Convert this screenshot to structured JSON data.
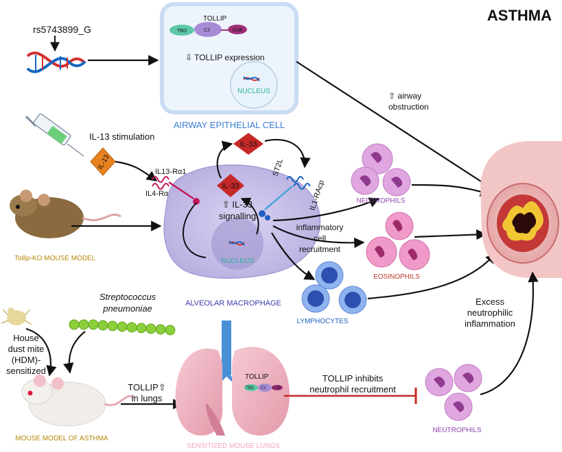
{
  "title": "ASTHMA",
  "snp": "rs5743899_G",
  "epithelial": {
    "protein": "TOLLIP",
    "domains": [
      "TBD",
      "C2",
      "CUE"
    ],
    "expression": "⇩ TOLLIP expression",
    "nucleus": "NUCLEUS",
    "caption": "AIRWAY EPITHELIAL CELL"
  },
  "airway_obstruction": [
    "⇧ airway",
    "obstruction"
  ],
  "il13_stimulation": "IL-13 stimulation",
  "il13": "IL-13",
  "receptors": {
    "il13ra1": "IL13-Rα1",
    "il4ra": "IL4-Rα",
    "st2l": "ST2L",
    "il1racp": "IL1-RAcp"
  },
  "il33": "IL-33",
  "il33_top": "IL-33",
  "signalling": [
    "⇧ IL-33",
    "signalling"
  ],
  "macrophage_nucleus": "NUCLEUS",
  "macrophage_caption": "ALVEOLAR MACROPHAGE",
  "mouse_ko": {
    "italic": "Tollip",
    "rest": "-KO MOUSE MODEL"
  },
  "recruitment": [
    "inflammatory",
    "cell",
    "recruitment"
  ],
  "neutrophils": "NEUTROPHILS",
  "eosinophils": "EOSINOPHILS",
  "lymphocytes": "LYMPHOCYTES",
  "hdm": [
    "House",
    "dust mite",
    "(HDM)-",
    "sensitized"
  ],
  "strep": [
    "Streptococcus",
    "pneumoniae"
  ],
  "mouse_asthma": "MOUSE MODEL OF ASTHMA",
  "tollip_lungs": [
    "TOLLIP⇧",
    "in lungs"
  ],
  "lung_protein": "TOLLIP",
  "lung_domains": [
    "TBD",
    "C2",
    "CUE"
  ],
  "lungs_caption": "SENSITIZED MOUSE LUNGS",
  "inhibits": [
    "TOLLIP inhibits",
    "neutrophil recruitment"
  ],
  "neutrophils_bottom": "NEUTROPHILS",
  "excess": [
    "Excess",
    "neutrophilic",
    "inflammation"
  ],
  "colors": {
    "epithelial_blue": "#3a7bd5",
    "il33_red": "#c62828",
    "neutrophil_purple": "#8e44ad",
    "eosinophil_red": "#c0392b",
    "lymph_blue": "#1f5fbf",
    "mouse_gold": "#b8860b",
    "lungs_pink": "#f2a7b8",
    "inhibit_red": "#c62828"
  }
}
